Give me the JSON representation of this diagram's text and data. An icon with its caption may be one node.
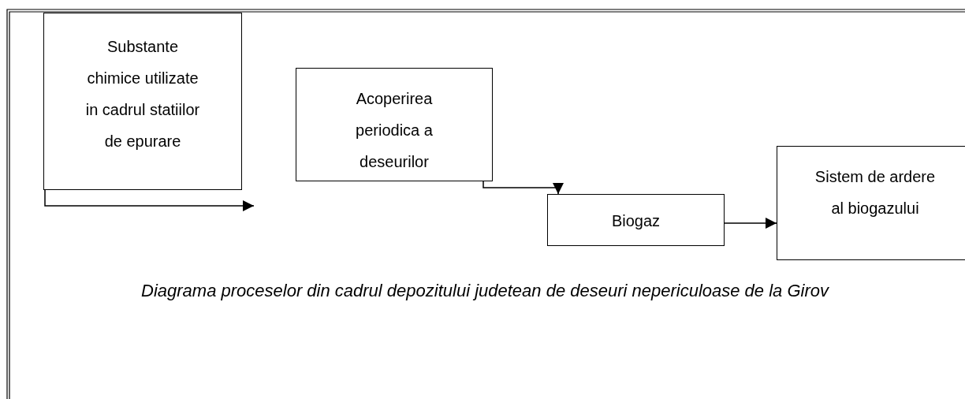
{
  "diagram": {
    "caption": "Diagrama proceselor din cadrul depozitului judetean de deseuri nepericuloase de la Girov",
    "nodes": [
      {
        "text": [
          "Substante chimice utilizate in cadrul statiilor de epurare"
        ]
      },
      {
        "text": [
          "Acoperirea periodica a deseurilor"
        ]
      },
      {
        "text": [
          "Biogaz"
        ]
      },
      {
        "text": [
          "Sistem de ardere al biogazului"
        ]
      }
    ],
    "edges": [
      {
        "from": 0,
        "to": null,
        "arrow": "to"
      },
      {
        "from": 1,
        "to": 2,
        "arrow": "to"
      },
      {
        "from": 2,
        "to": 3,
        "arrow": "to"
      }
    ]
  }
}
